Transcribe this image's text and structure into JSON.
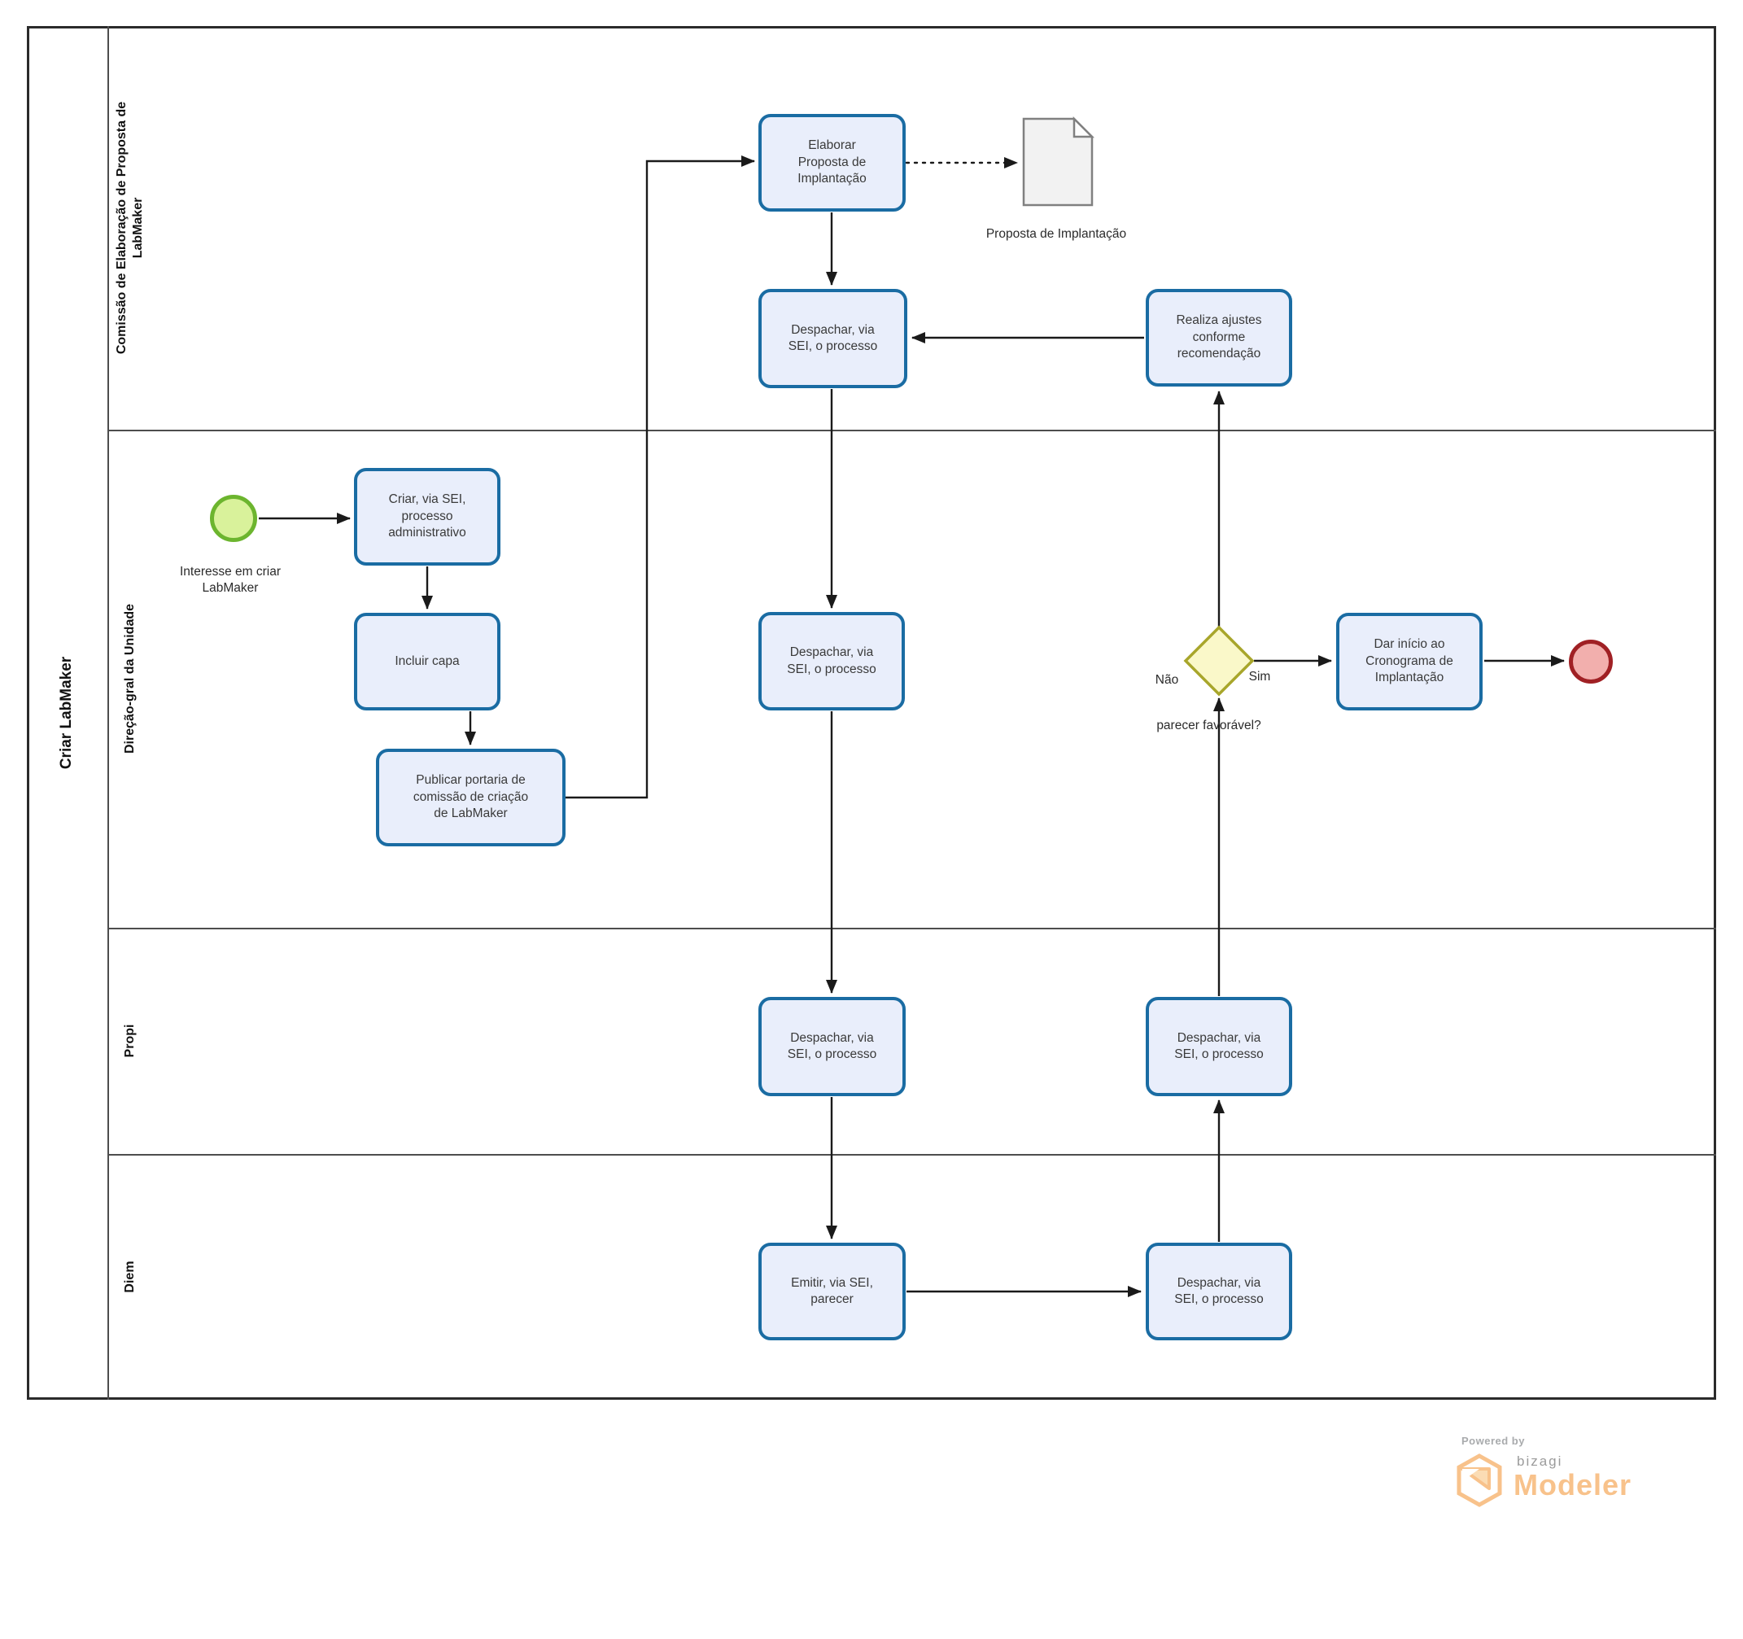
{
  "pool": {
    "title": "Criar LabMaker"
  },
  "lanes": [
    {
      "name": "Comissão de Elaboração de Proposta de\nLabMaker"
    },
    {
      "name": "Direção-gral da Unidade"
    },
    {
      "name": "Propi"
    },
    {
      "name": "Diem"
    }
  ],
  "nodes": {
    "start": {
      "label": "Interesse em criar\nLabMaker"
    },
    "task_criar": {
      "label": "Criar, via SEI,\nprocesso\nadministrativo"
    },
    "task_incluir": {
      "label": "Incluir capa"
    },
    "task_publicar": {
      "label": "Publicar portaria de\ncomissão de criação\nde LabMaker"
    },
    "task_elaborar": {
      "label": "Elaborar\nProposta de\nImplantação"
    },
    "document": {
      "label": "Proposta de Implantação"
    },
    "task_despachar_comissao": {
      "label": "Despachar, via\nSEI, o processo"
    },
    "task_realiza": {
      "label": "Realiza ajustes\nconforme\nrecomendação"
    },
    "task_despachar_direcao": {
      "label": "Despachar, via\nSEI, o processo"
    },
    "gateway": {
      "question": "parecer favorável?",
      "yes": "Sim",
      "no": "Não"
    },
    "task_dar_inicio": {
      "label": "Dar início ao\nCronograma de\nImplantação"
    },
    "task_despachar_propi_1": {
      "label": "Despachar, via\nSEI, o processo"
    },
    "task_despachar_propi_2": {
      "label": "Despachar, via\nSEI, o processo"
    },
    "task_emitir": {
      "label": "Emitir, via SEI,\nparecer"
    },
    "task_despachar_diem": {
      "label": "Despachar, via\nSEI, o processo"
    }
  },
  "branding": {
    "powered_by": "Powered by",
    "brand": "bizagi",
    "product": "Modeler"
  },
  "colors": {
    "task_fill": "#e9eefb",
    "task_border": "#1a6ca3",
    "start_fill": "#d9f29b",
    "start_border": "#6cb52e",
    "end_fill": "#f2afad",
    "end_border": "#a02024",
    "gateway_fill": "#faf8c9",
    "gateway_border": "#a8a62b",
    "doc_fill": "#f2f2f2",
    "doc_border": "#808080",
    "lane_line": "#4d4d4d",
    "flow": "#1a1a1a",
    "brand_orange": "#f8c28b",
    "brand_gray": "#9b9b9b"
  }
}
